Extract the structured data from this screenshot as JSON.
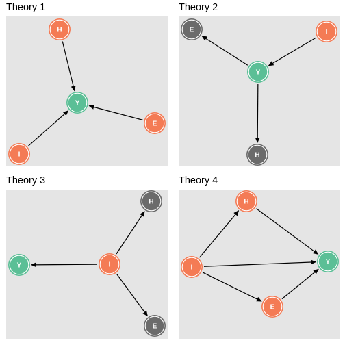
{
  "colors": {
    "panel_background": "#e5e5e5",
    "outcome": "#5bbf96",
    "cause": "#f47b55",
    "unused": "#6b6b6b",
    "edge": "#000000"
  },
  "panels": [
    {
      "title": "Theory 1",
      "nodes": [
        {
          "id": "H",
          "label": "H",
          "role": "cause"
        },
        {
          "id": "Y",
          "label": "Y",
          "role": "outcome"
        },
        {
          "id": "E",
          "label": "E",
          "role": "cause"
        },
        {
          "id": "I",
          "label": "I",
          "role": "cause"
        }
      ],
      "edges": [
        [
          "H",
          "Y"
        ],
        [
          "E",
          "Y"
        ],
        [
          "I",
          "Y"
        ]
      ]
    },
    {
      "title": "Theory 2",
      "nodes": [
        {
          "id": "E",
          "label": "E",
          "role": "unused"
        },
        {
          "id": "I",
          "label": "I",
          "role": "cause"
        },
        {
          "id": "Y",
          "label": "Y",
          "role": "outcome"
        },
        {
          "id": "H",
          "label": "H",
          "role": "unused"
        }
      ],
      "edges": [
        [
          "I",
          "Y"
        ],
        [
          "Y",
          "E"
        ],
        [
          "Y",
          "H"
        ]
      ]
    },
    {
      "title": "Theory 3",
      "nodes": [
        {
          "id": "H",
          "label": "H",
          "role": "unused"
        },
        {
          "id": "Y",
          "label": "Y",
          "role": "outcome"
        },
        {
          "id": "I",
          "label": "I",
          "role": "cause"
        },
        {
          "id": "E",
          "label": "E",
          "role": "unused"
        }
      ],
      "edges": [
        [
          "I",
          "Y"
        ],
        [
          "I",
          "H"
        ],
        [
          "I",
          "E"
        ]
      ]
    },
    {
      "title": "Theory 4",
      "nodes": [
        {
          "id": "H",
          "label": "H",
          "role": "cause"
        },
        {
          "id": "I",
          "label": "I",
          "role": "cause"
        },
        {
          "id": "Y",
          "label": "Y",
          "role": "outcome"
        },
        {
          "id": "E",
          "label": "E",
          "role": "cause"
        }
      ],
      "edges": [
        [
          "I",
          "H"
        ],
        [
          "H",
          "Y"
        ],
        [
          "I",
          "Y"
        ],
        [
          "I",
          "E"
        ],
        [
          "E",
          "Y"
        ]
      ]
    }
  ]
}
